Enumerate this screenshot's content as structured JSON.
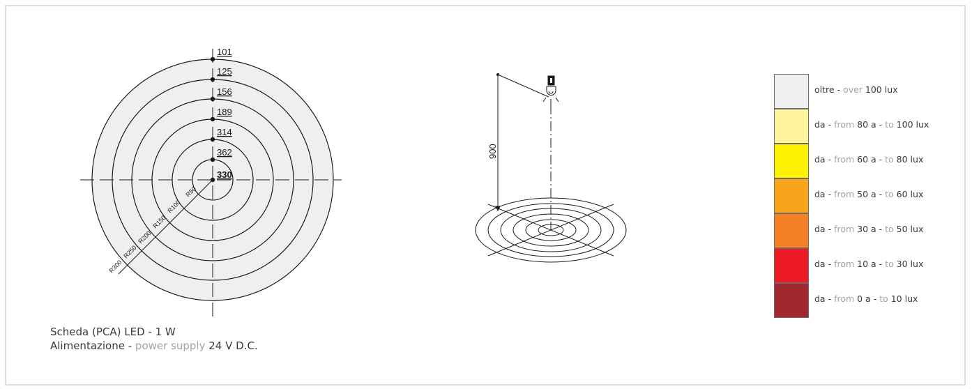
{
  "diagram": {
    "center_value": "330",
    "ring_values": [
      "362",
      "314",
      "189",
      "156",
      "125",
      "101"
    ],
    "radius_labels": [
      "R50",
      "R100",
      "R150",
      "R200",
      "R250",
      "R300"
    ],
    "height_label": "900"
  },
  "caption": {
    "line1": "Scheda (PCA) LED - 1 W",
    "line2_it": "Alimentazione - ",
    "line2_en": "power supply",
    "line2_value": " 24 V  D.C."
  },
  "legend": [
    {
      "color": "#efefef",
      "it1": "oltre - ",
      "en1": "over",
      "tail": " 100 lux"
    },
    {
      "color": "#fff59c",
      "it1": "da - ",
      "en1": "from",
      "mid": " 80 a - ",
      "en2": "to",
      "tail": " 100 lux"
    },
    {
      "color": "#fff200",
      "it1": "da - ",
      "en1": "from",
      "mid": " 60 a - ",
      "en2": "to",
      "tail": " 80 lux"
    },
    {
      "color": "#f9a51b",
      "it1": "da - ",
      "en1": "from",
      "mid": " 50 a - ",
      "en2": "to",
      "tail": " 60 lux"
    },
    {
      "color": "#f47f25",
      "it1": "da - ",
      "en1": "from",
      "mid": " 30 a - ",
      "en2": "to",
      "tail": " 50 lux"
    },
    {
      "color": "#ed1c24",
      "it1": "da - ",
      "en1": "from",
      "mid": " 10 a - ",
      "en2": "to",
      "tail": " 30 lux"
    },
    {
      "color": "#a3282d",
      "it1": "da - ",
      "en1": "from",
      "mid": " 0 a - ",
      "en2": "to",
      "tail": " 10 lux"
    }
  ]
}
